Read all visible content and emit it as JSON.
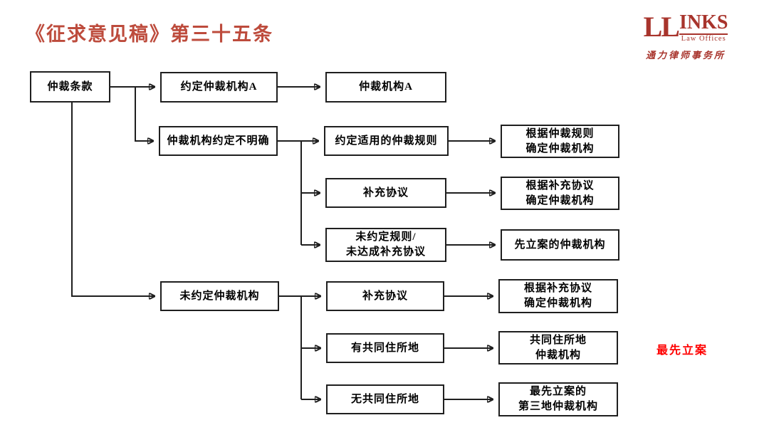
{
  "header": {
    "title": "《征求意见稿》第三十五条",
    "logo": {
      "wordmark_ll": "LL",
      "wordmark_inks": "INKS",
      "subtitle": "Law Offices",
      "chinese_name": "通力律师事务所"
    }
  },
  "flowchart": {
    "nodes": {
      "arbitration_clause": "仲裁条款",
      "agreed_institution_a": "约定仲裁机构A",
      "institution_a": "仲裁机构A",
      "institution_unclear": "仲裁机构约定不明确",
      "agreed_applicable_rules": "约定适用的仲裁规则",
      "institution_per_rules": "根据仲裁规则\n确定仲裁机构",
      "supplementary_agreement_1": "补充协议",
      "institution_per_supplement_1": "根据补充协议\n确定仲裁机构",
      "no_rules_or_supplement": "未约定规则/\n未达成补充协议",
      "first_filed_institution": "先立案的仲裁机构",
      "no_agreed_institution": "未约定仲裁机构",
      "supplementary_agreement_2": "补充协议",
      "institution_per_supplement_2": "根据补充协议\n确定仲裁机构",
      "has_common_domicile": "有共同住所地",
      "common_domicile_institution": "共同住所地\n仲裁机构",
      "no_common_domicile": "无共同住所地",
      "first_filed_third_place_institution": "最先立案的\n第三地仲裁机构"
    },
    "annotation": "最先立案"
  },
  "colors": {
    "title_red": "#bd4b3c",
    "logo_red": "#a8342c",
    "annotation_red": "#ff0000",
    "line_black": "#1f1f1f"
  }
}
